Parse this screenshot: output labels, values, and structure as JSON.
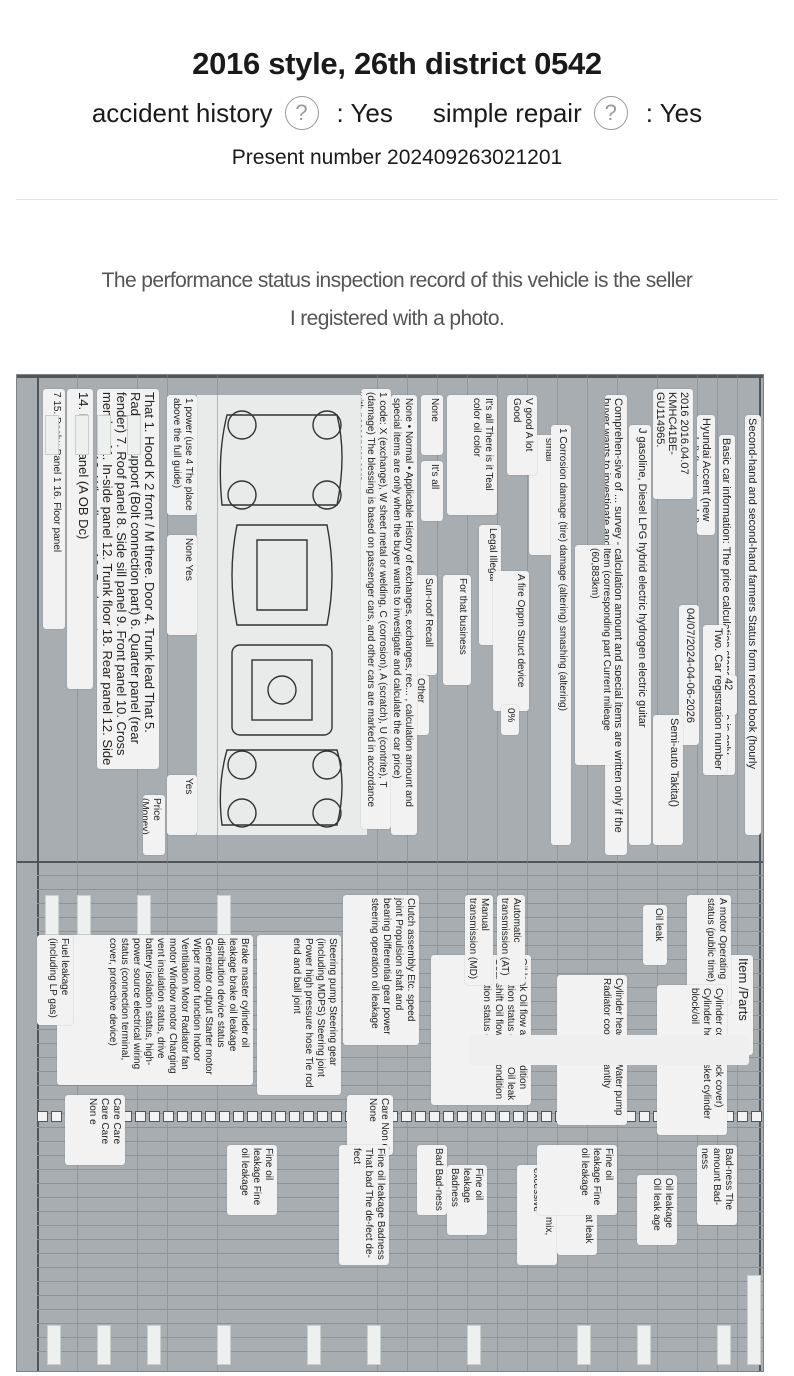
{
  "header": {
    "title": "2016 style, 26th district 0542",
    "accident_label": "accident history",
    "accident_value": ": Yes",
    "repair_label": "simple repair",
    "repair_value": ": Yes",
    "present_number": "Present number 202409263021201"
  },
  "notice": {
    "line1": "The performance status inspection record of this vehicle is the seller",
    "line2": "I registered with a photo."
  },
  "icons": {
    "help": "question-circle-icon"
  },
  "photo": {
    "top_labels": [
      {
        "text": "Second-hand and second-hand farmers Status form record book (hourly management of the second-hand car owner)"
      },
      {
        "text": "Basic car information: The price calculation standard price is only when the buyer wants to investigate and calculate the car price."
      },
      {
        "text": "Hyundai Accent (new model) (Le-ter model)"
      },
      {
        "text": "2016 2016.04.07 KMHC41BE-GU114965."
      },
      {
        "text": "J gasoline, Diesel LPG hybrid electric hydrogen electric guitar"
      },
      {
        "text": "Comprehen-sive of ... survey - calculation amount and special items are written only if the buyer wants to investigate and calculation the car price)"
      },
      {
        "text": "Two. Car registration number"
      },
      {
        "text": "04/07/2024-04-06-2026"
      },
      {
        "text": "Semi-auto Takita()"
      },
      {
        "text": "42"
      }
    ],
    "mid_labels": [
      {
        "text": "That bad Moderately small"
      },
      {
        "text": "V good A lot Good"
      },
      {
        "text": "It's all There is it Teal color oil color"
      },
      {
        "text": "None"
      },
      {
        "text": "It's all"
      },
      {
        "text": "Legal Illegal"
      },
      {
        "text": "Item (corresponding part Current mileage (60,883km)"
      },
      {
        "text": "A fire Oppm Struct device"
      },
      {
        "text": "For that business"
      },
      {
        "text": "Sun-roof Recall"
      },
      {
        "text": "Other"
      },
      {
        "text": "0%"
      },
      {
        "text": "1 Corrosion damage (tire) damage (altering) smashing (altering)"
      },
      {
        "text": "1 code: X (exchange), W sheet metal or welding, C (corrosion), A (scratch), U (contrite), T (damage) The blessing is based on passenger cars, and other cars are marked in accordance with passenger cars."
      },
      {
        "text": "None • Normal • Applicable History of exchanges, exchanges, rec... , calculation amount and special items are only when the buyer wants to investigate and calculate the car price)"
      },
      {
        "text": "1 power (use 4 The place above the full guide)"
      },
      {
        "text": "None Yes"
      },
      {
        "text": "That 1. Hood K 2 front / M three. Door 4. Trunk lead That 5. Radiator support (Bolt connection part) 6. Quarter panel (rear fender) 7. Roof panel 8. Side sill panel 9. Front panel 10. Cross member 11. In-side panel 12. Trunk floor 18. Rear panel 12. Side member 1 13. Wheelhouse 19. Package tray"
      },
      {
        "text": "14. Filler panel (A OB Dc)"
      },
      {
        "text": "7 15. Dashu Panel 1 16. Floor panel"
      },
      {
        "text": "Yes"
      },
      {
        "text": "Price (Money) calculation amount and special information"
      }
    ],
    "lower_labels": [
      {
        "text": "Item /Parts"
      },
      {
        "text": "A motor Operating status (public time)"
      },
      {
        "text": "Oil leak"
      },
      {
        "text": "Cylinder cover (rock cover) Cylinder head/gasket cylinder block/oil"
      },
      {
        "text": "Cylinder head/gas Water pump Radiator cooling quantity"
      },
      {
        "text": "Oil leak Oil flow and condition Operation status (idling) Oil leak Gear shift Oil flow and condition Operation status (idling)"
      },
      {
        "text": "Manual transmission (MD)"
      },
      {
        "text": "Automatic transmission (AT)"
      },
      {
        "text": "Clutch assembly Etc. speed joint Propulsion shaft and bearing Differential gear power steering operation oil leakage"
      },
      {
        "text": "Steering pump Steering gear (including MDPS) Steering joint Power high pressure hose Tie rod end and ball joint"
      },
      {
        "text": "Brake master cylinder oil leakage brake oil leakage distribution device status Generator output Starter motor Wiper motor function Indoor Ventilation Motor Radiator fan motor Window motor Charging vent insulation status, drive battery isolation status, high-power source electrical wiring status (connection terminal, cover, protective device)"
      },
      {
        "text": "Fuel leakage (including LP gas)"
      },
      {
        "text": "Care Care Care Care Non e"
      },
      {
        "text": "Care Non d None"
      },
      {
        "text": "Fine oil leakage Badness That bad The de-fect de-fect"
      },
      {
        "text": "Fine oil leakage Fine oil leakage"
      },
      {
        "text": "Bad Bad-ness"
      },
      {
        "text": "Fine oil leakage Badness"
      },
      {
        "text": "That leaky mix, excessive"
      },
      {
        "text": "Leak That leak Leak"
      },
      {
        "text": "Oil leakage Oil leak age"
      },
      {
        "text": "Fine oil leakage Fine oil leakage"
      },
      {
        "text": "Bad-ness The amount Bad-ness"
      }
    ]
  }
}
